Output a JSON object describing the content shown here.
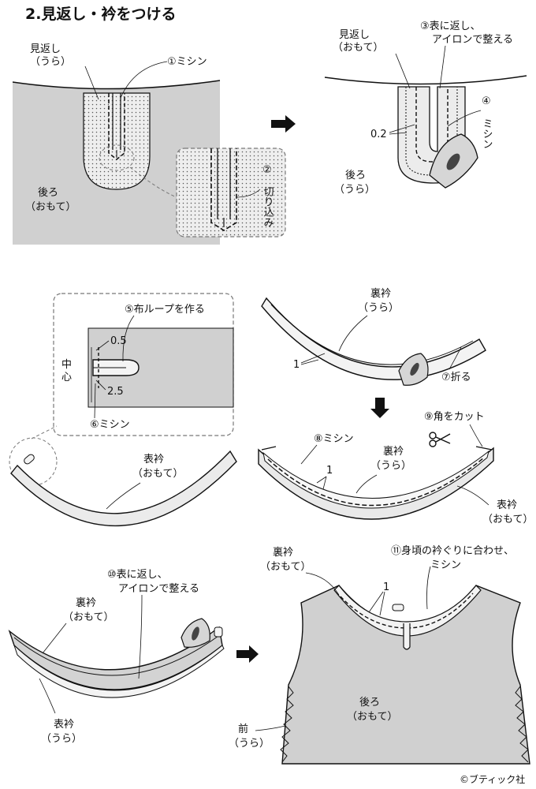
{
  "title": "2.見返し・衿をつける",
  "copyright": "©ブティック社",
  "panel1": {
    "facing": [
      "見返し",
      "（うら）"
    ],
    "step1": "①ミシン",
    "back": [
      "後ろ",
      "（おもて）"
    ],
    "step2": [
      "②",
      "切り込み"
    ]
  },
  "panel2": {
    "facing": [
      "見返し",
      "（おもて）"
    ],
    "step3": [
      "③表に返し、",
      "アイロンで整える"
    ],
    "step4": [
      "④",
      "ミシン"
    ],
    "measure": "0.2",
    "back": [
      "後ろ",
      "（うら）"
    ]
  },
  "panel3": {
    "step5": "⑤布ループを作る",
    "m_top": "0.5",
    "m_bottom": "2.5",
    "center": [
      "中",
      "心"
    ],
    "step6": "⑥ミシン",
    "collar": [
      "表衿",
      "（おもて）"
    ]
  },
  "panel4": {
    "collar": [
      "裏衿",
      "（うら）"
    ],
    "num": "1",
    "step7": "⑦折る"
  },
  "panel5": {
    "step8": "⑧ミシン",
    "step9": "⑨角をカット",
    "under": [
      "裏衿",
      "（うら）"
    ],
    "num": "1",
    "top": [
      "表衿",
      "（おもて）"
    ]
  },
  "panel6": {
    "step10": [
      "⑩表に返し、",
      "アイロンで整える"
    ],
    "under": [
      "裏衿",
      "（おもて）"
    ],
    "top": [
      "表衿",
      "（うら）"
    ]
  },
  "panel7": {
    "under": [
      "裏衿",
      "（おもて）"
    ],
    "step11": [
      "⑪身頃の衿ぐりに合わせ、",
      "ミシン"
    ],
    "num": "1",
    "back": [
      "後ろ",
      "（おもて）"
    ],
    "front": [
      "前",
      "（うら）"
    ]
  },
  "colors": {
    "fabric": "#d0d0d0",
    "light": "#f1f1f1",
    "ink": "#111111"
  }
}
